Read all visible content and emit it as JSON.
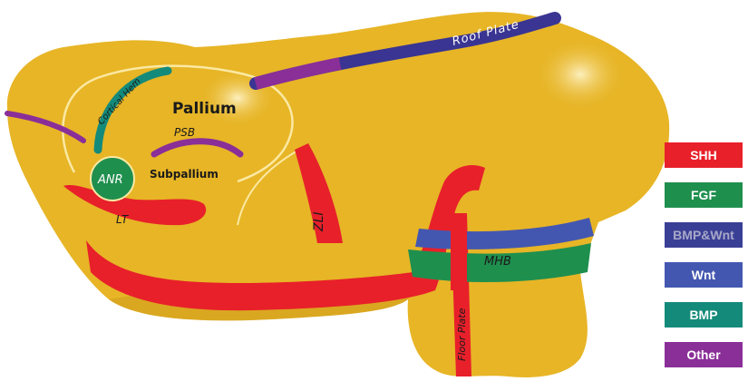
{
  "labels": {
    "pallium": "Pallium",
    "psb": "PSB",
    "subpallium": "Subpallium",
    "cortical_hem": "Cortical Hem",
    "anr": "ANR",
    "lt": "LT",
    "zli": "ZLI",
    "mhb": "MHB",
    "roof_plate": "Roof Plate",
    "floor_plate": "Floor Plate"
  },
  "legend": [
    {
      "label": "SHH",
      "color": "#e8202a"
    },
    {
      "label": "FGF",
      "color": "#1f8f4e"
    },
    {
      "label": "BMP&Wnt",
      "color": "#3a3f96"
    },
    {
      "label": "Wnt",
      "color": "#4457b0"
    },
    {
      "label": "BMP",
      "color": "#148a7a"
    },
    {
      "label": "Other",
      "color": "#8a2f98"
    }
  ],
  "colors": {
    "tissue": "#e7b526",
    "tissue_dark": "#c9961a",
    "shh": "#e8202a",
    "fgf": "#1f8f4e",
    "roof": "#3a3592",
    "wnt": "#4457b0",
    "bmp": "#148a7a",
    "other": "#8a2f98"
  }
}
